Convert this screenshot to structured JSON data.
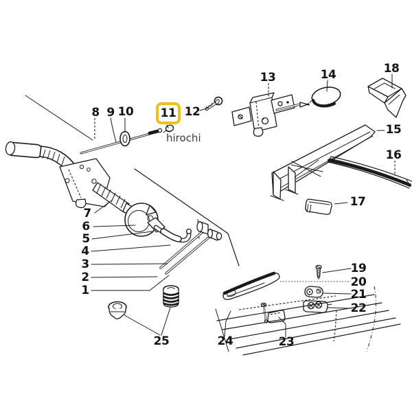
{
  "diagram_title": "parking-brake-exploded-parts-diagram",
  "watermark": "hirochi",
  "highlighted_part": "11",
  "colors": {
    "highlight": "#F0C014",
    "line": "#1a1a1a",
    "watermark_text": "#3d3d3d",
    "background": "#ffffff"
  },
  "parts": [
    {
      "label": "1"
    },
    {
      "label": "2"
    },
    {
      "label": "3"
    },
    {
      "label": "4"
    },
    {
      "label": "5"
    },
    {
      "label": "6"
    },
    {
      "label": "7"
    },
    {
      "label": "8"
    },
    {
      "label": "9"
    },
    {
      "label": "10"
    },
    {
      "label": "11",
      "highlighted": true
    },
    {
      "label": "12"
    },
    {
      "label": "13"
    },
    {
      "label": "14"
    },
    {
      "label": "15"
    },
    {
      "label": "16"
    },
    {
      "label": "17"
    },
    {
      "label": "18"
    },
    {
      "label": "19"
    },
    {
      "label": "20"
    },
    {
      "label": "21"
    },
    {
      "label": "22"
    },
    {
      "label": "23"
    },
    {
      "label": "24"
    },
    {
      "label": "25"
    }
  ]
}
